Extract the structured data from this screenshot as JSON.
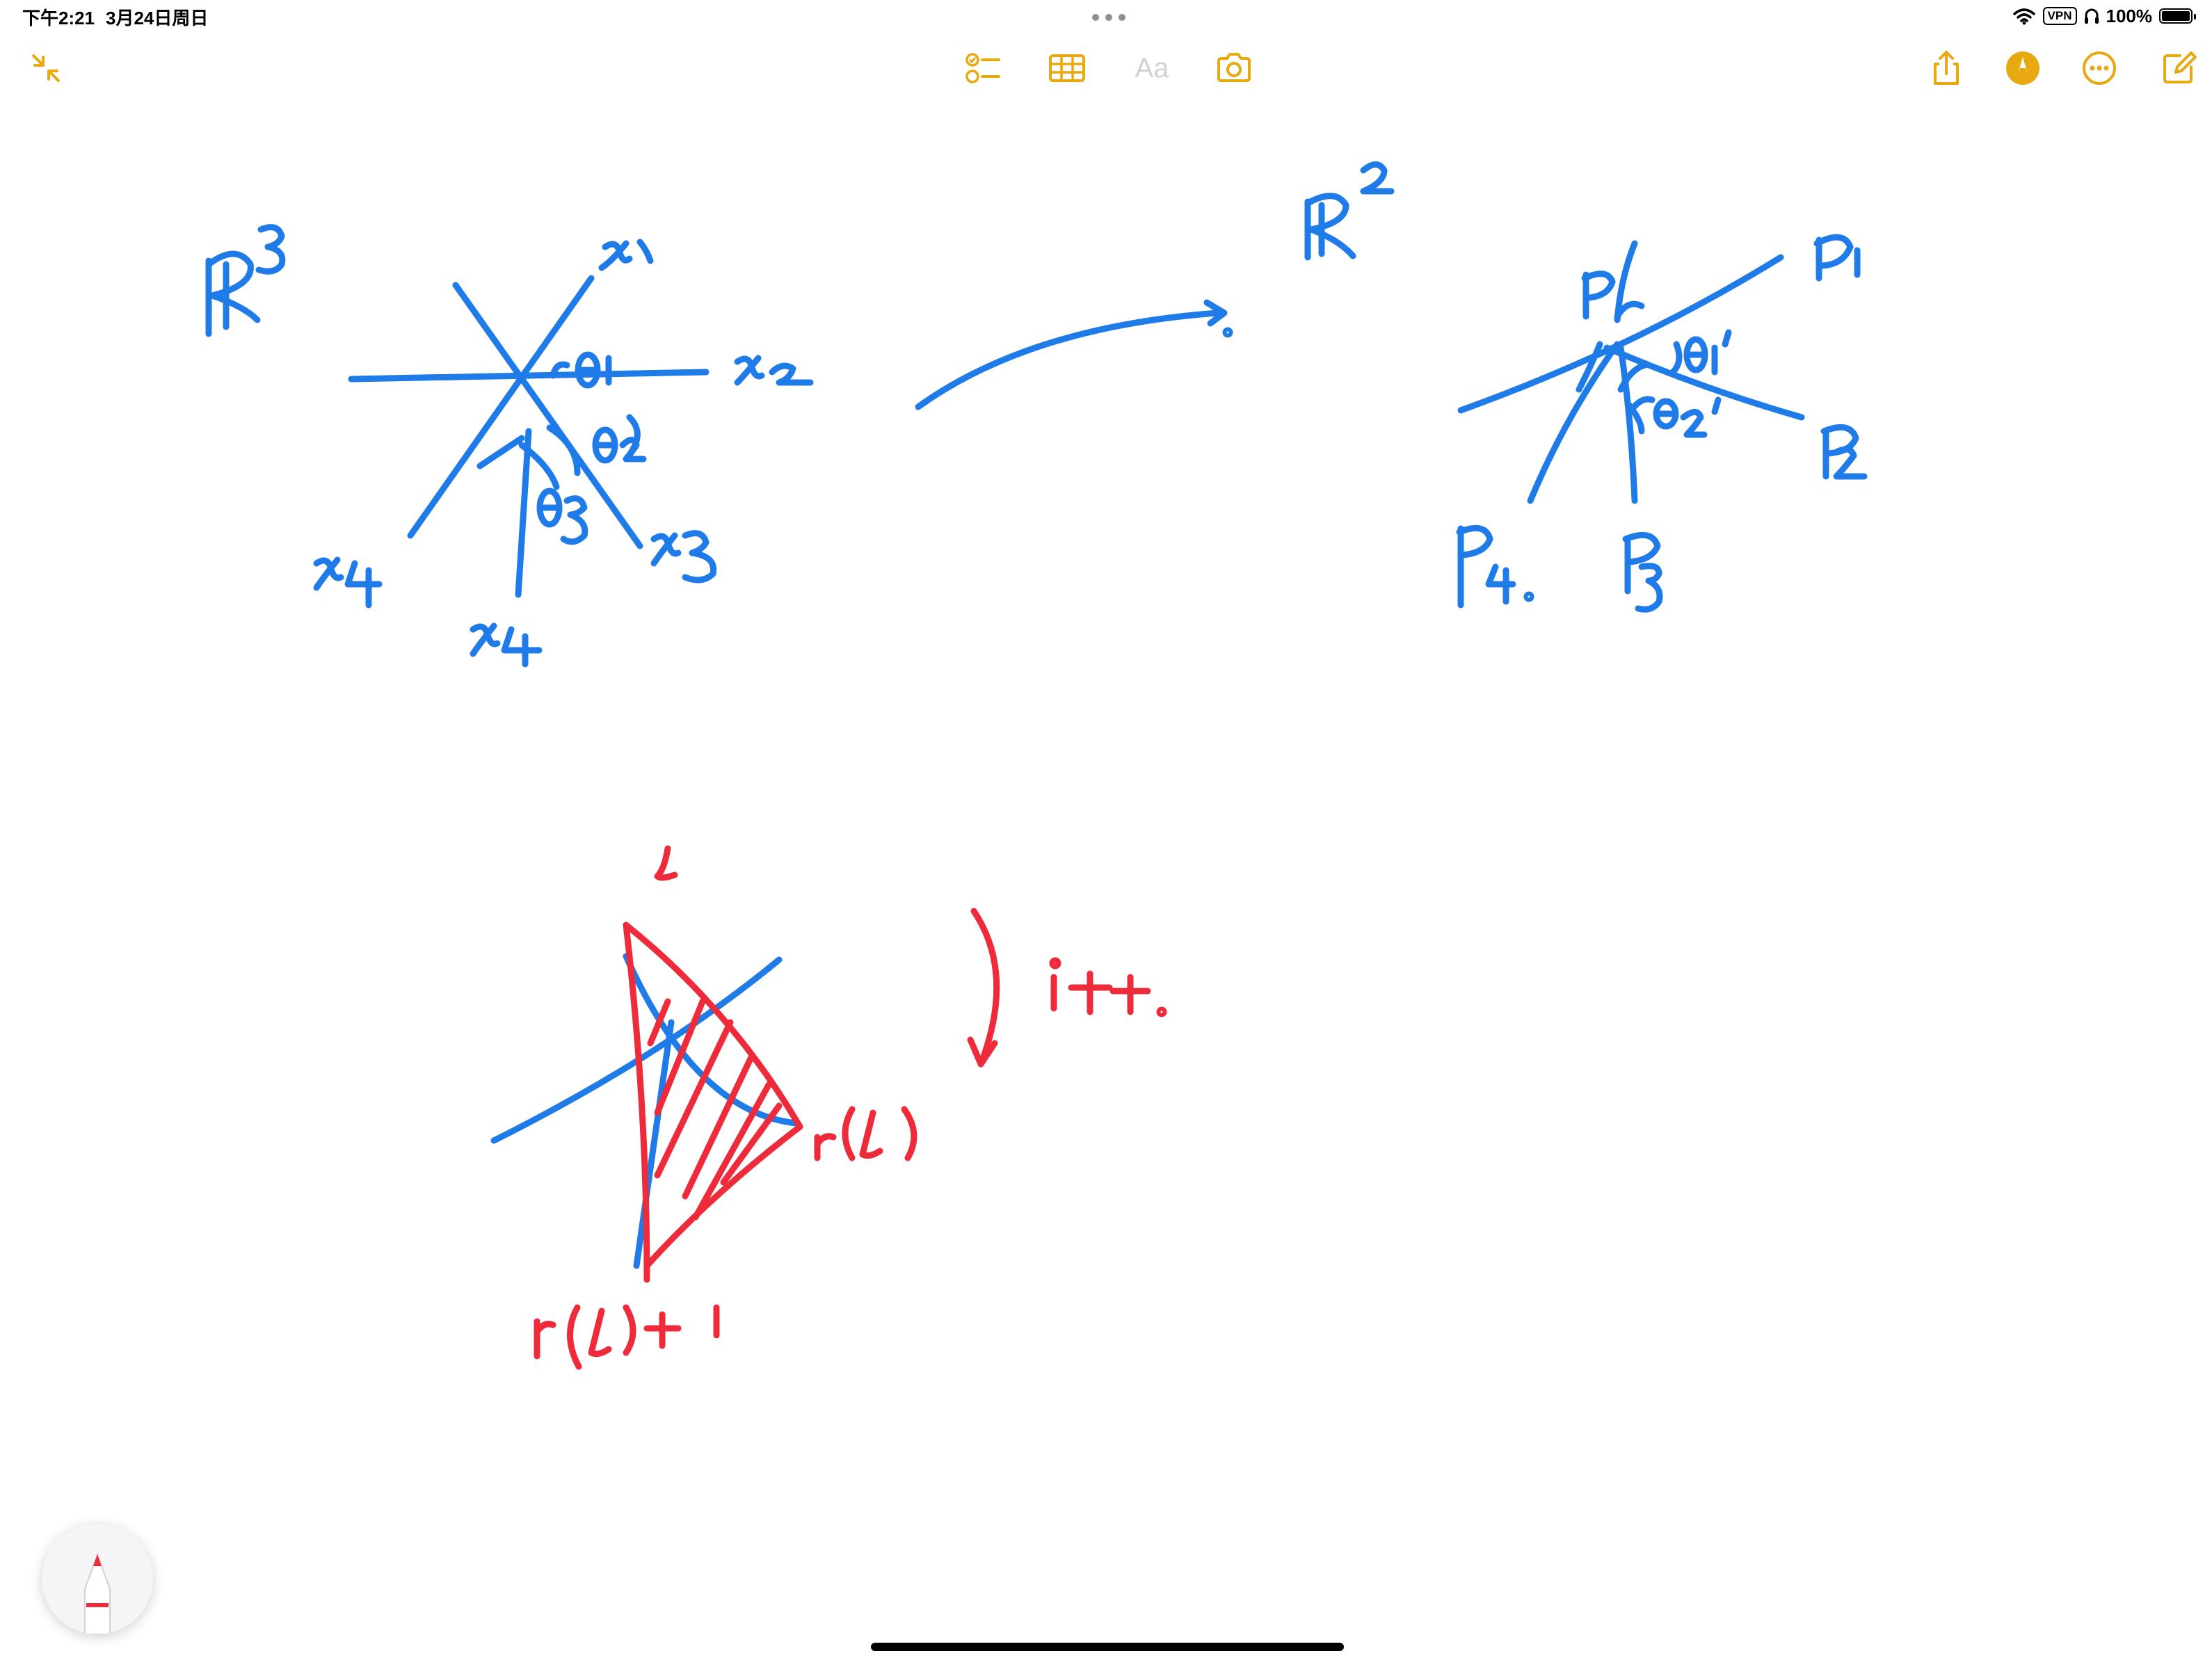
{
  "status_bar": {
    "time": "下午2:21",
    "date": "3月24日周日",
    "vpn": "VPN",
    "battery": "100%"
  },
  "toolbar": {
    "collapse_icon": "collapse-arrows-icon",
    "checklist_icon": "checklist-icon",
    "table_icon": "table-icon",
    "format_label": "Aa",
    "camera_icon": "camera-icon",
    "share_icon": "share-icon",
    "markup_icon": "markup-pen-icon",
    "more_icon": "ellipsis-circle-icon",
    "compose_icon": "compose-icon"
  },
  "colors": {
    "accent": "#e8a80f",
    "ink_blue": "#1f7be8",
    "ink_red": "#ee2b3a"
  },
  "sketch": {
    "space_3d": "R³",
    "space_2d": "R²",
    "labels_3d": [
      "x₁",
      "x₂",
      "x₃",
      "x₄",
      "x₄"
    ],
    "angles_3d": [
      "θ₁",
      "θ₂",
      "θ₃"
    ],
    "labels_2d": [
      "P₁",
      "P₂",
      "P₃",
      "P₄.",
      "P"
    ],
    "angles_2d": [
      "θ₁'",
      "θ₂'"
    ],
    "red_labels": [
      "l",
      "r(l)",
      "r(l)+1",
      "i++."
    ]
  }
}
